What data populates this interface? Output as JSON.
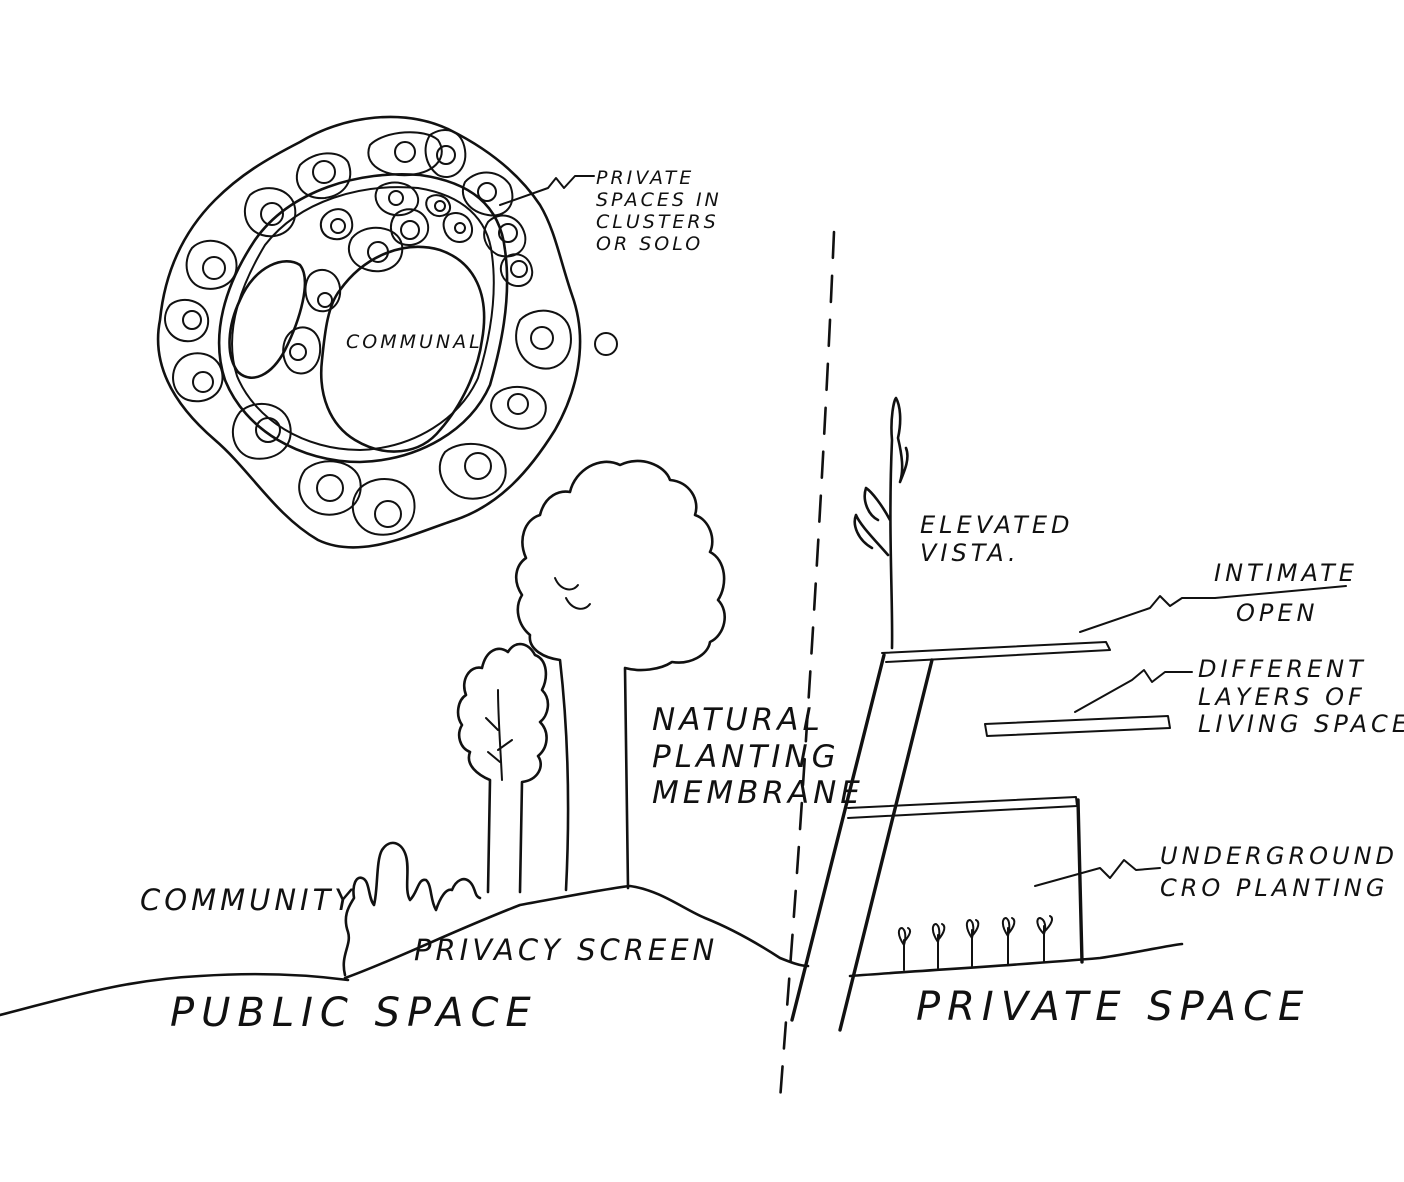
{
  "labels": {
    "private_spaces": [
      "PRIVATE",
      "SPACES IN",
      "CLUSTERS",
      "OR SOLO"
    ],
    "communal": "COMMUNAL",
    "elevated_vista": [
      "ELEVATED",
      "VISTA."
    ],
    "intimate": "INTIMATE",
    "open": "OPEN",
    "different_layers": [
      "DIFFERENT",
      "LAYERS OF",
      "LIVING SPACES"
    ],
    "natural_planting": [
      "NATURAL",
      "PLANTING",
      "MEMBRANE"
    ],
    "underground": [
      "UNDERGROUND",
      "CRO PLANTING"
    ],
    "community": "COMMUNITY",
    "privacy_screen": "PRIVACY SCREEN",
    "public_space": "PUBLIC SPACE",
    "private_space": "PRIVATE SPACE"
  },
  "colors": {
    "ink": "#111111",
    "paper": "#ffffff"
  }
}
